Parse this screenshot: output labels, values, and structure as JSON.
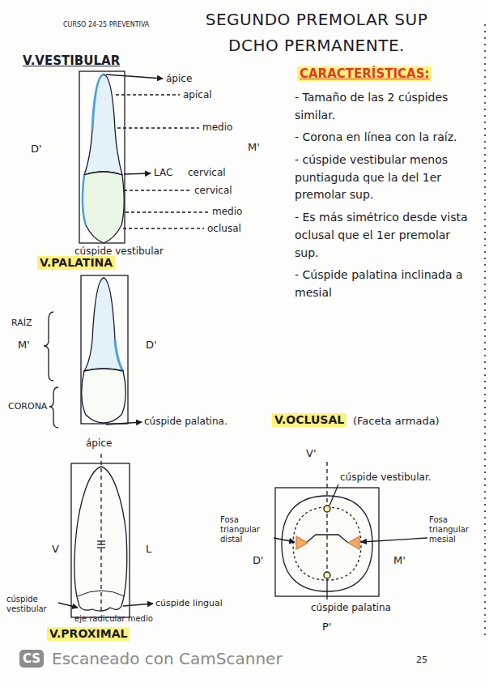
{
  "diagram": {
    "title": "SEGUNDO PREMOLAR SUP DCHO PERMANENTE.",
    "labels": [
      "CURSO 24-25 PREVENTIVA",
      "V.VESTIBULAR",
      "ápice",
      "apical",
      "medio",
      "LAC",
      "cervical",
      "cervical",
      "medio",
      "oclusal",
      "cúspide vestibular",
      "D'",
      "M'",
      "CARACTERÍSTICAS:",
      "- Tamaño de las 2 cúspides similar.",
      "- Corona en línea con la raíz.",
      "- cúspide vestibular menos puntiaguda que la del 1er premolar sup.",
      "- Es más simétrico desde vista oclusal que el 1er premolar sup.",
      "- Cúspide palatina inclinada a mesial",
      "V.PALATINA",
      "RAÍZ",
      "M'",
      "D'",
      "CORONA",
      "cúspide palatina.",
      "V.OCLUSAL",
      "(Faceta armada)",
      "ápice",
      "V",
      "L",
      "cúspide vestibular",
      "cúspide lingual",
      "eje radicular medio",
      "V.PROXIMAL",
      "V'",
      "cúspide vestibular.",
      "Fosa triangular distal",
      "D'",
      "Fosa triangular mesial",
      "M'",
      "cúspide palatina",
      "P'",
      "CS",
      "Escaneado con CamScanner",
      "25"
    ]
  }
}
